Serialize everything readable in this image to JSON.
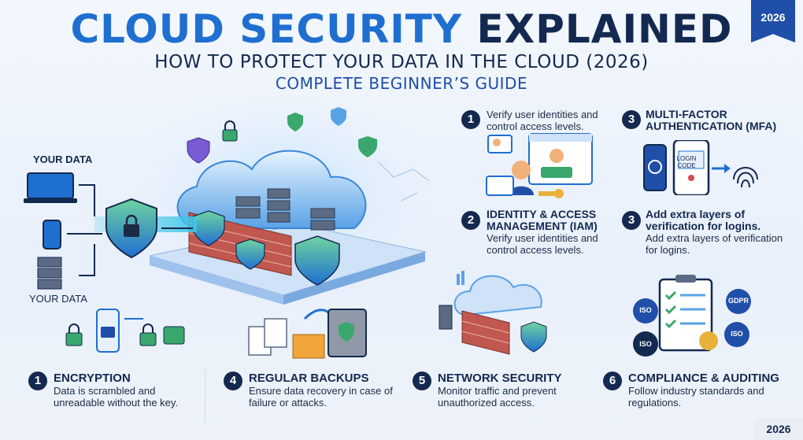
{
  "header": {
    "title_part1": "CLOUD SECURITY",
    "title_part2": "EXPLAINED",
    "subtitle": "HOW TO PROTECT YOUR DATA IN THE CLOUD (2026)",
    "subtitle2": "COMPLETE BEGINNER’S GUIDE",
    "ribbon_year": "2026"
  },
  "hero": {
    "your_data_top": "YOUR DATA",
    "your_data_bottom": "YOUR DATA"
  },
  "right_panel": {
    "top_left": {
      "number": "1",
      "text": "Verify user identities and control access levels."
    },
    "top_right": {
      "number": "3",
      "title": "MULTI-FACTOR AUTHENTICATION (MFA)",
      "phone_code": "LOGIN CODE"
    },
    "mid_left": {
      "number": "2",
      "title": "IDENTITY & ACCESS MANAGEMENT (IAM)",
      "text": "Verify user identities and control access levels."
    },
    "mid_right": {
      "number": "3",
      "title": "Add extra layers of verification for logins.",
      "text": "Add extra layers of verification for logins."
    }
  },
  "compliance_badges": [
    "ISO",
    "GDPR",
    "ISO",
    "ISO"
  ],
  "bottom": [
    {
      "number": "1",
      "title": "ENCRYPTION",
      "text": "Data is scrambled and unreadable without the key."
    },
    {
      "number": "4",
      "title": "REGULAR BACKUPS",
      "text": "Ensure data recovery in case of failure or attacks."
    },
    {
      "number": "5",
      "title": "NETWORK SECURITY",
      "text": "Monitor traffic and prevent unauthorized access."
    },
    {
      "number": "6",
      "title": "COMPLIANCE & AUDITING",
      "text": "Follow industry standards and regulations."
    }
  ],
  "corner_year": "2026",
  "colors": {
    "navy": "#13294f",
    "blue": "#1f6fd0",
    "green": "#3aa76d",
    "brick": "#b5504a"
  }
}
